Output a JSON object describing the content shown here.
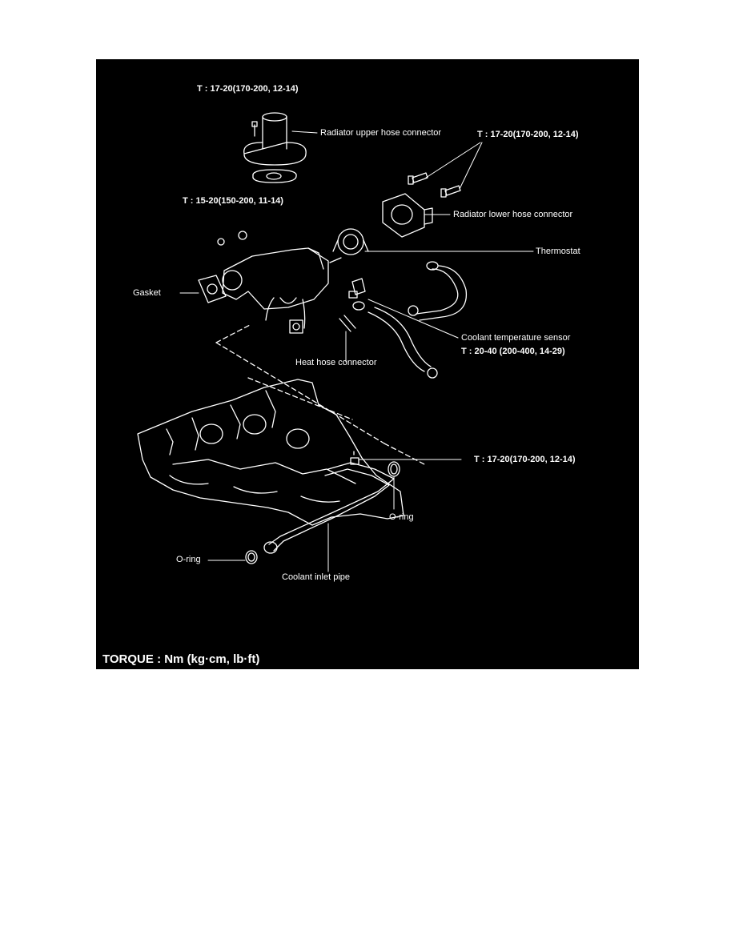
{
  "diagram": {
    "torque_spec_1": "T : 17-20(170-200, 12-14)",
    "radiator_upper_hose_connector": "Radiator upper hose connector",
    "torque_spec_2": "T : 17-20(170-200, 12-14)",
    "torque_spec_3": "T : 15-20(150-200, 11-14)",
    "radiator_lower_hose_connector": "Radiator lower hose connector",
    "thermostat": "Thermostat",
    "gasket": "Gasket",
    "coolant_temperature_sensor": "Coolant temperature sensor",
    "torque_spec_sensor": "T : 20-40 (200-400, 14-29)",
    "heat_hose_connector": "Heat hose connector",
    "torque_spec_4": "T : 17-20(170-200, 12-14)",
    "o_ring_right": "O-ring",
    "o_ring_left": "O-ring",
    "coolant_inlet_pipe": "Coolant inlet pipe",
    "torque_legend": "TORQUE : Nm (kg·cm, lb·ft)"
  },
  "colors": {
    "panel_background": "#000000",
    "line_art": "#ffffff",
    "page_background": "#ffffff"
  }
}
